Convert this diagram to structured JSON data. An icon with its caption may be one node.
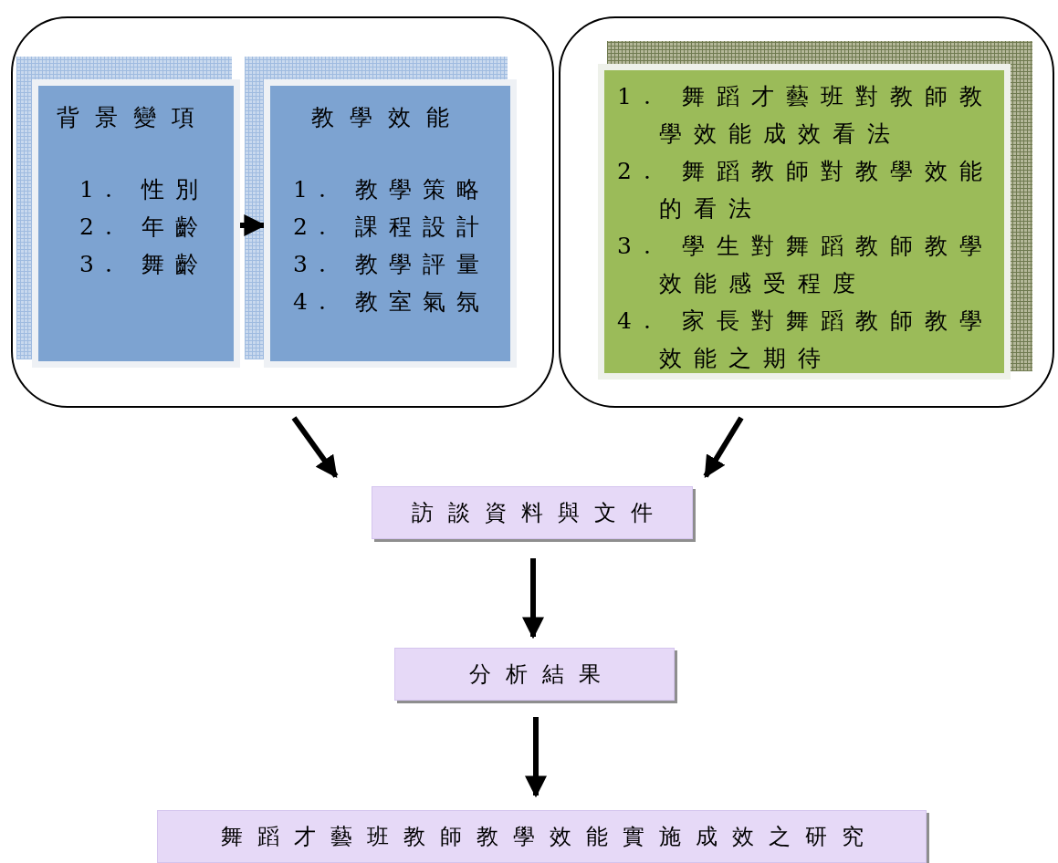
{
  "diagram": {
    "nodes": [
      {
        "text": [],
        "shape": "box"
      },
      {
        "text": [
          "背景變項",
          "1. 性別",
          "2. 年齡",
          "3. 舞齡"
        ],
        "in": 0
      },
      {
        "text": [
          "教學效能",
          "1. 教學策略",
          "2. 課程設計",
          "3. 教學評量",
          "4. 教室氣氛"
        ],
        "in": 0
      },
      {
        "text": [],
        "shape": "box"
      },
      {
        "text": [
          "1. 舞蹈才藝班對教師教學效能成效看法",
          "2. 舞蹈教師對教學效能的看法",
          "3. 學生對舞蹈教師教學效能感受程度",
          "4. 家長對舞蹈教師教學效能之期待"
        ],
        "in": 3
      },
      {
        "text": [
          "訪談資料與文件"
        ]
      },
      {
        "text": [
          "分析結果"
        ]
      },
      {
        "text": [
          "舞蹈才藝班教師教學效能實施成效之研究"
        ]
      }
    ],
    "edges": [
      {
        "from": 1,
        "to": 2,
        "arrow": "to"
      },
      {
        "from": 0,
        "to": 5,
        "arrow": "to"
      },
      {
        "from": 3,
        "to": 5,
        "arrow": "to"
      },
      {
        "from": 5,
        "to": 6,
        "arrow": "to"
      },
      {
        "from": 6,
        "to": 7,
        "arrow": "to"
      }
    ]
  }
}
